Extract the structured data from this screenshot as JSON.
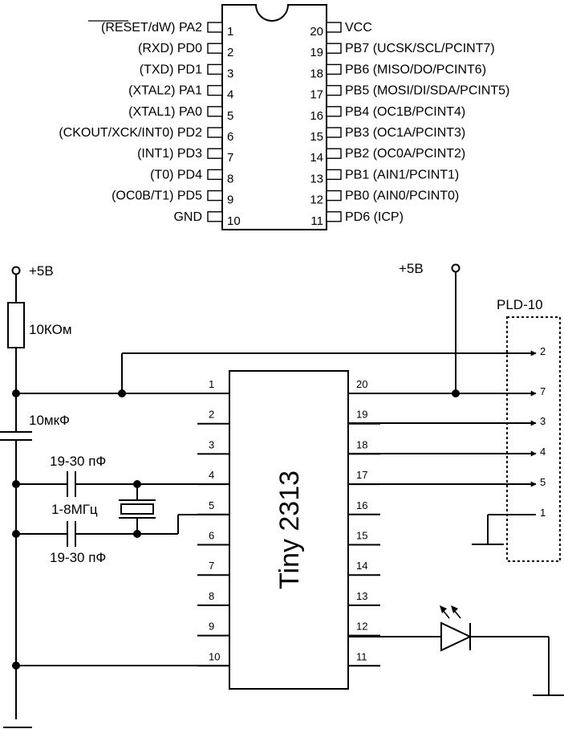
{
  "pinout": {
    "left": [
      {
        "num": "1",
        "label": "(RESET/dW) PA2"
      },
      {
        "num": "2",
        "label": "(RXD) PD0"
      },
      {
        "num": "3",
        "label": "(TXD) PD1"
      },
      {
        "num": "4",
        "label": "(XTAL2) PA1"
      },
      {
        "num": "5",
        "label": "(XTAL1) PA0"
      },
      {
        "num": "6",
        "label": "(CKOUT/XCK/INT0) PD2"
      },
      {
        "num": "7",
        "label": "(INT1) PD3"
      },
      {
        "num": "8",
        "label": "(T0) PD4"
      },
      {
        "num": "9",
        "label": "(OC0B/T1) PD5"
      },
      {
        "num": "10",
        "label": "GND"
      }
    ],
    "right": [
      {
        "num": "20",
        "label": "VCC"
      },
      {
        "num": "19",
        "label": "PB7 (UCSK/SCL/PCINT7)"
      },
      {
        "num": "18",
        "label": "PB6 (MISO/DO/PCINT6)"
      },
      {
        "num": "17",
        "label": "PB5 (MOSI/DI/SDA/PCINT5)"
      },
      {
        "num": "16",
        "label": "PB4 (OC1B/PCINT4)"
      },
      {
        "num": "15",
        "label": "PB3 (OC1A/PCINT3)"
      },
      {
        "num": "14",
        "label": "PB2 (OC0A/PCINT2)"
      },
      {
        "num": "13",
        "label": "PB1 (AIN1/PCINT1)"
      },
      {
        "num": "12",
        "label": "PB0 (AIN0/PCINT0)"
      },
      {
        "num": "11",
        "label": "PD6 (ICP)"
      }
    ]
  },
  "schematic": {
    "supply_left": "+5В",
    "supply_right": "+5В",
    "resistor": "10КОм",
    "capacitor": "10мкФ",
    "cap_top": "19-30 пФ",
    "crystal": "1-8МГц",
    "cap_bottom": "19-30 пФ",
    "chip": "Tiny 2313",
    "connector": "PLD-10",
    "chip_left_pins": [
      "1",
      "2",
      "3",
      "4",
      "5",
      "6",
      "7",
      "8",
      "9",
      "10"
    ],
    "chip_right_pins": [
      "20",
      "19",
      "18",
      "17",
      "16",
      "15",
      "14",
      "13",
      "12",
      "11"
    ],
    "connector_pins": [
      "2",
      "7",
      "3",
      "4",
      "5",
      "1"
    ]
  }
}
